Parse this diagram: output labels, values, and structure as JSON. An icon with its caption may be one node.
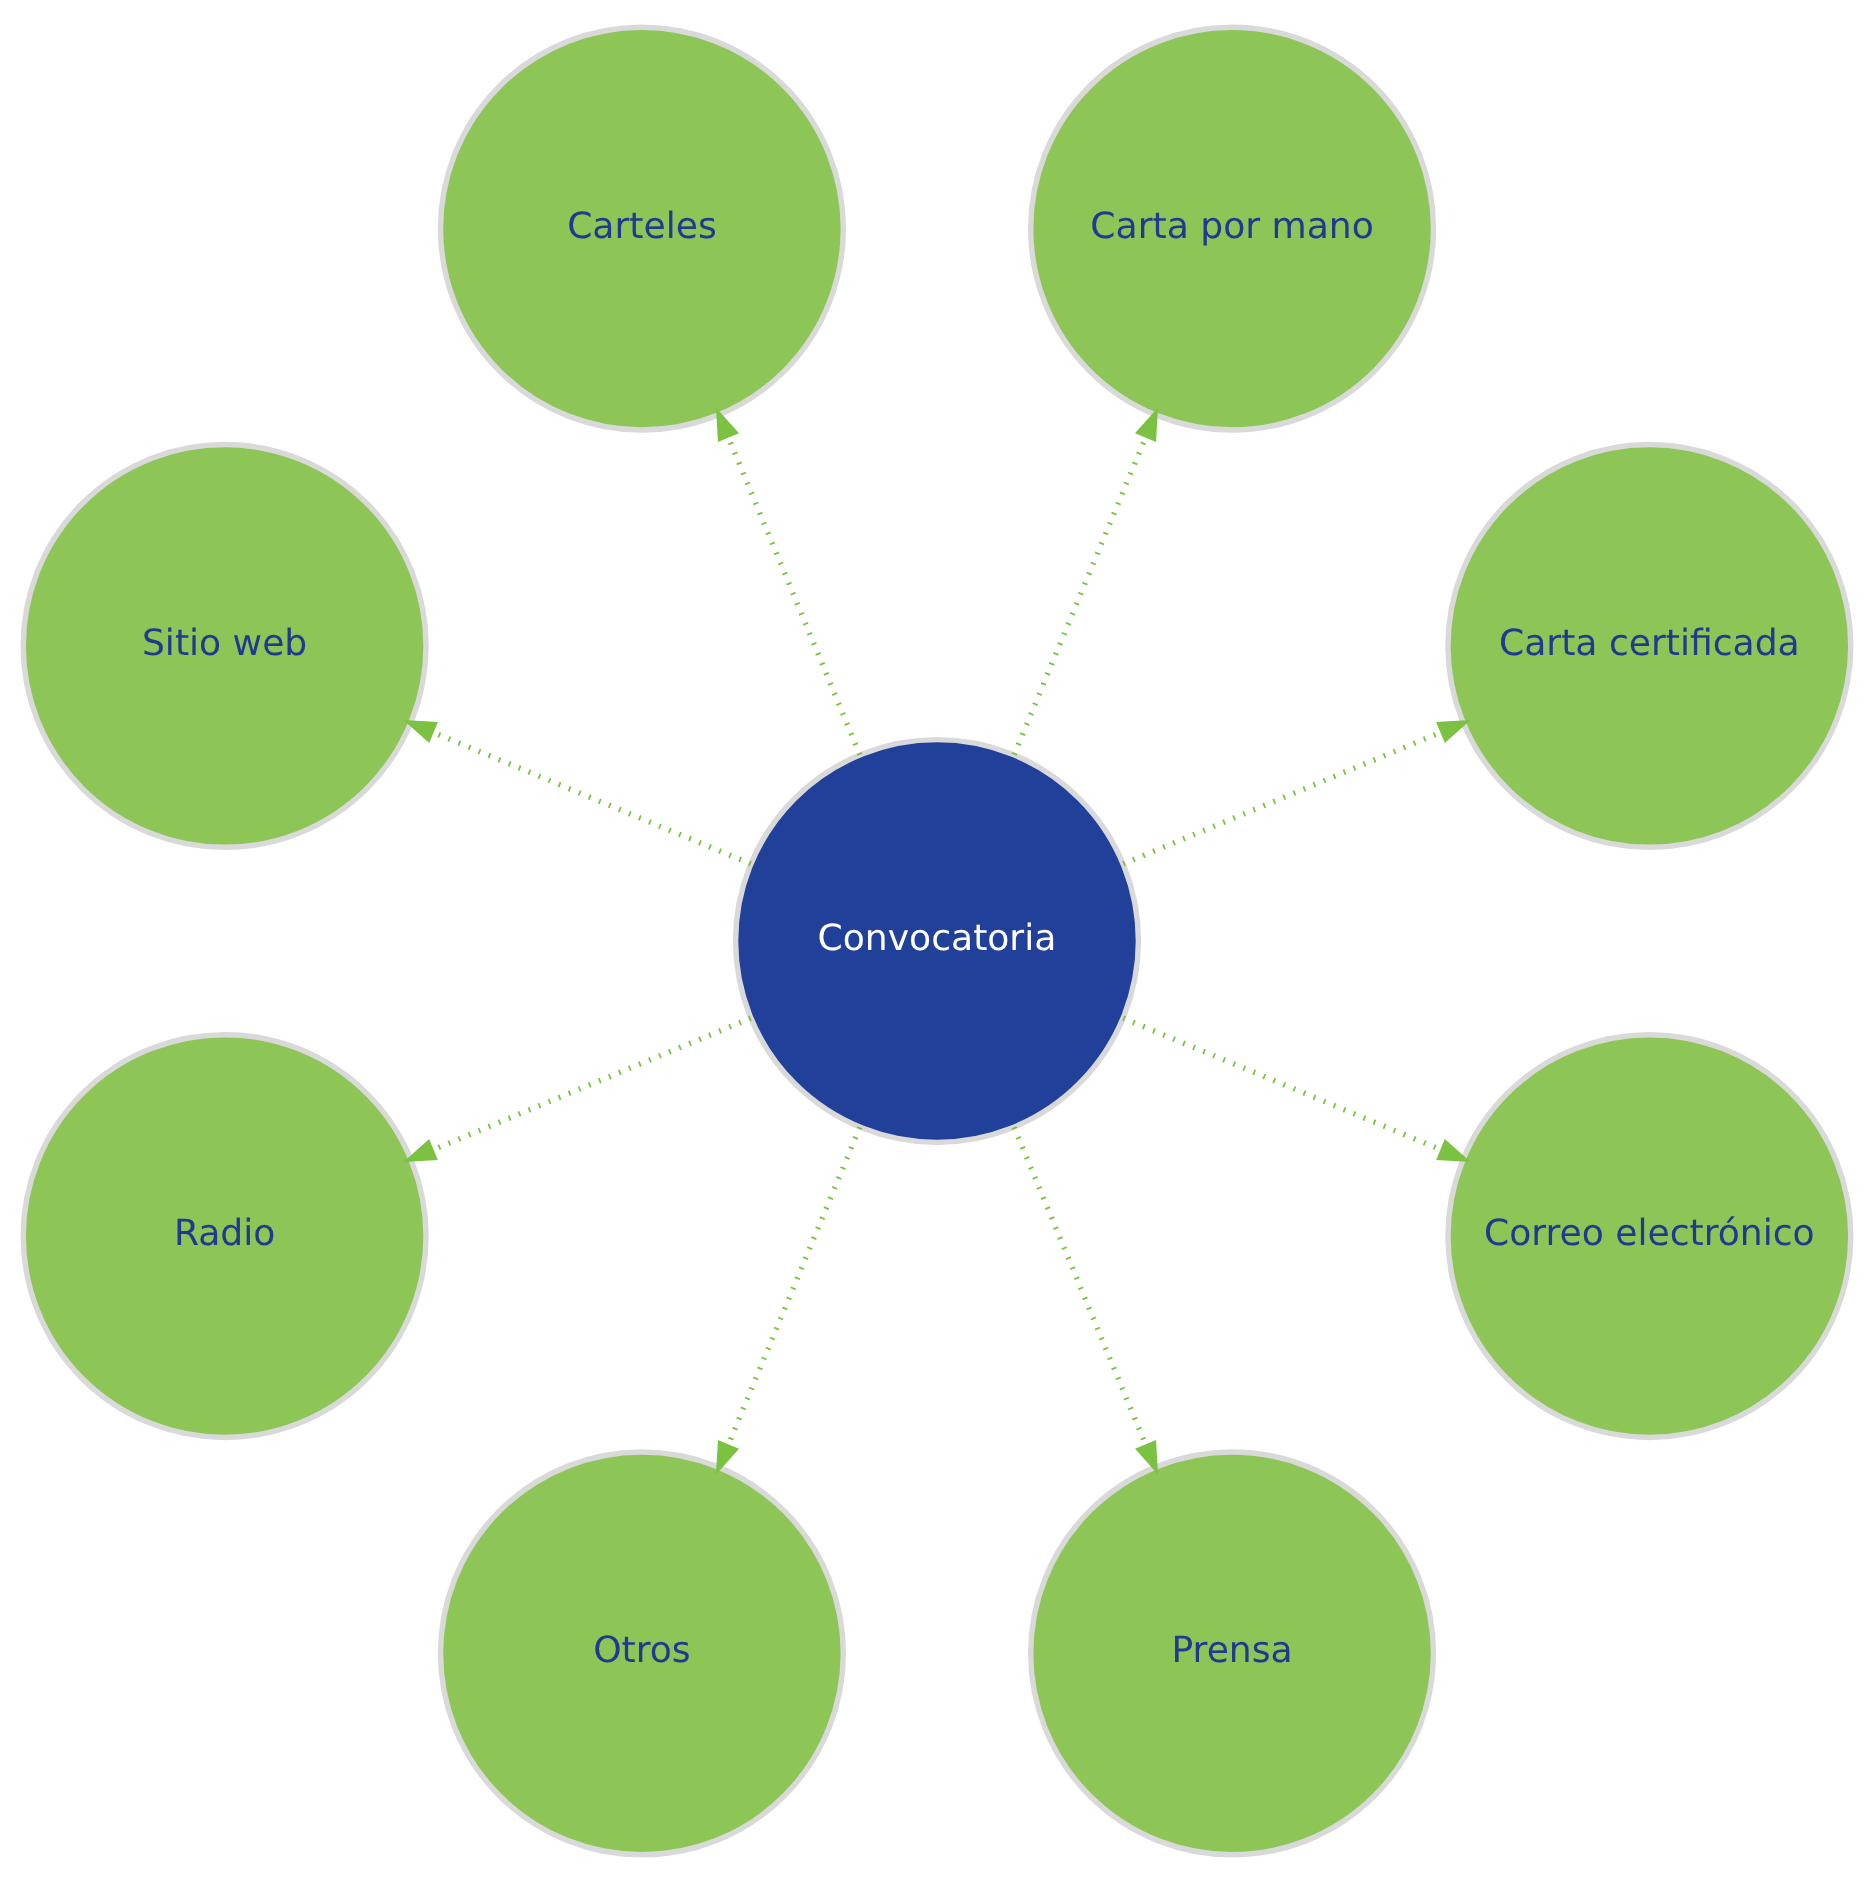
{
  "diagram": {
    "nodes": [
      {
        "text": [
          "Carta certificada"
        ]
      },
      {
        "text": [
          "Carta por mano"
        ]
      },
      {
        "text": [
          "Carteles"
        ]
      },
      {
        "text": [
          "Sitio web"
        ]
      },
      {
        "text": [
          "Convocatoria"
        ]
      },
      {
        "text": [
          "Radio"
        ]
      },
      {
        "text": [
          "Otros"
        ]
      },
      {
        "text": [
          "Prensa"
        ]
      },
      {
        "text": [
          "Correo electrónico"
        ]
      }
    ],
    "edges": [
      {
        "from": 4,
        "to": 0,
        "arrow": "to"
      },
      {
        "from": 4,
        "to": 2,
        "arrow": "to"
      },
      {
        "from": 4,
        "to": 5,
        "arrow": "to"
      },
      {
        "from": 4,
        "to": 7,
        "arrow": "to"
      },
      {
        "from": 4,
        "to": 8,
        "arrow": "to"
      },
      {
        "from": 4,
        "to": 6,
        "arrow": "to"
      },
      {
        "from": 4,
        "to": 3,
        "arrow": "to"
      },
      {
        "from": 4,
        "to": 1,
        "arrow": "to"
      }
    ]
  }
}
